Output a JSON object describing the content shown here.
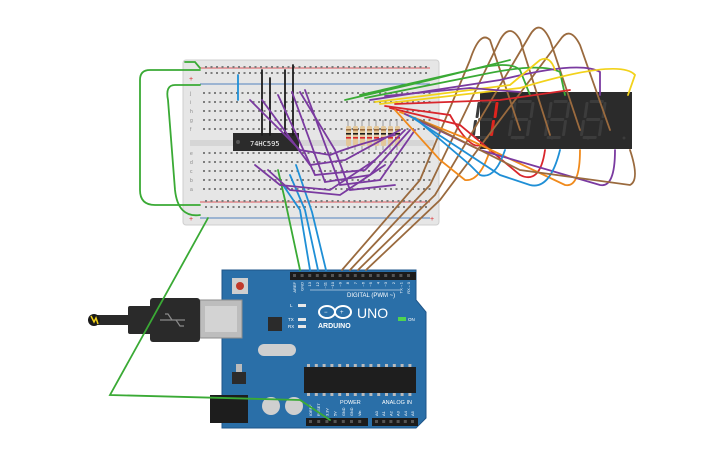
{
  "chip": {
    "label": "74HC595"
  },
  "arduino": {
    "brand": "ARDUINO",
    "model": "UNO",
    "digital_header_label": "DIGITAL (PWM ~)",
    "power_label": "POWER",
    "analog_label": "ANALOG IN",
    "on_label": "ON",
    "led_labels": [
      "L",
      "TX",
      "RX"
    ],
    "top_pin_labels": [
      "AREF",
      "GND",
      "13",
      "12",
      "~11",
      "~10",
      "~9",
      "8",
      "7",
      "~6",
      "~5",
      "4",
      "~3",
      "2",
      "TX→1",
      "RX←0"
    ],
    "power_pin_labels": [
      "IOREF",
      "RESET",
      "3.3V",
      "5V",
      "GND",
      "GND",
      "Vin"
    ],
    "analog_pin_labels": [
      "A0",
      "A1",
      "A2",
      "A3",
      "A4",
      "A5"
    ]
  },
  "display": {
    "digits": 4,
    "lit_segments_digit1": [
      "b",
      "c"
    ]
  },
  "breadboard": {
    "row_letters_top": [
      "j",
      "i",
      "h",
      "g",
      "f"
    ],
    "row_letters_bottom": [
      "e",
      "d",
      "c",
      "b",
      "a"
    ]
  },
  "colors": {
    "board_blue": "#2a6fa8",
    "breadboard": "#e8e8e8",
    "display_body": "#2b2b2b",
    "segment_on": "#e0241e",
    "segment_off": "#3c3c3c",
    "wire_green": "#3aaa35",
    "wire_purple": "#7a3aa0",
    "wire_brown": "#9a6a3e",
    "wire_blue": "#1f8fd6",
    "wire_red": "#d9262c",
    "wire_orange": "#f08a1c",
    "wire_yellow": "#f2d21b"
  }
}
